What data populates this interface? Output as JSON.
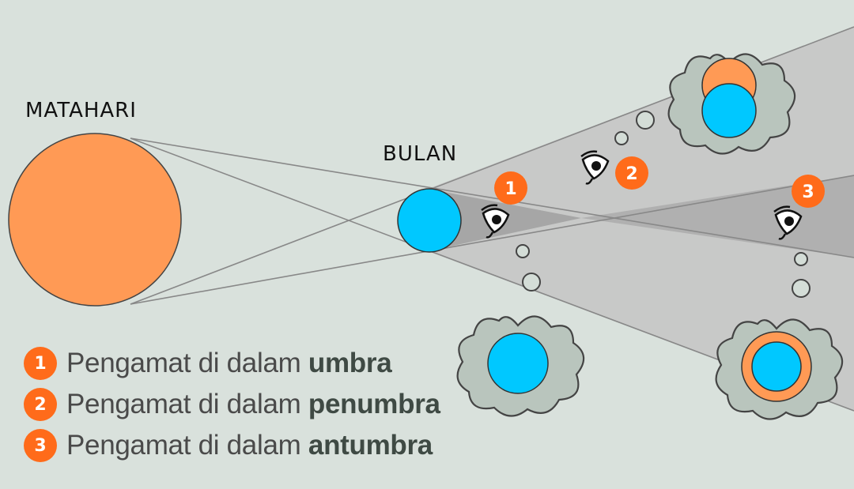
{
  "labels": {
    "sun": "MATAHARI",
    "moon": "BULAN"
  },
  "markers": [
    "1",
    "2",
    "3"
  ],
  "legend": [
    {
      "number": "1",
      "text": "Pengamat di dalam ",
      "bold": "umbra"
    },
    {
      "number": "2",
      "text": "Pengamat di dalam ",
      "bold": "penumbra"
    },
    {
      "number": "3",
      "text": "Pengamat di dalam ",
      "bold": "antumbra"
    }
  ],
  "colors": {
    "background": "#d9e1dc",
    "sun": "#ff9a55",
    "moon": "#00c8ff",
    "marker": "#ff6b1a",
    "cloud": "#b9c5bd",
    "penumbra": "#c4c4c4",
    "umbra": "#a6a6a6"
  },
  "icons": [
    "eye-icon",
    "thought-cloud"
  ]
}
